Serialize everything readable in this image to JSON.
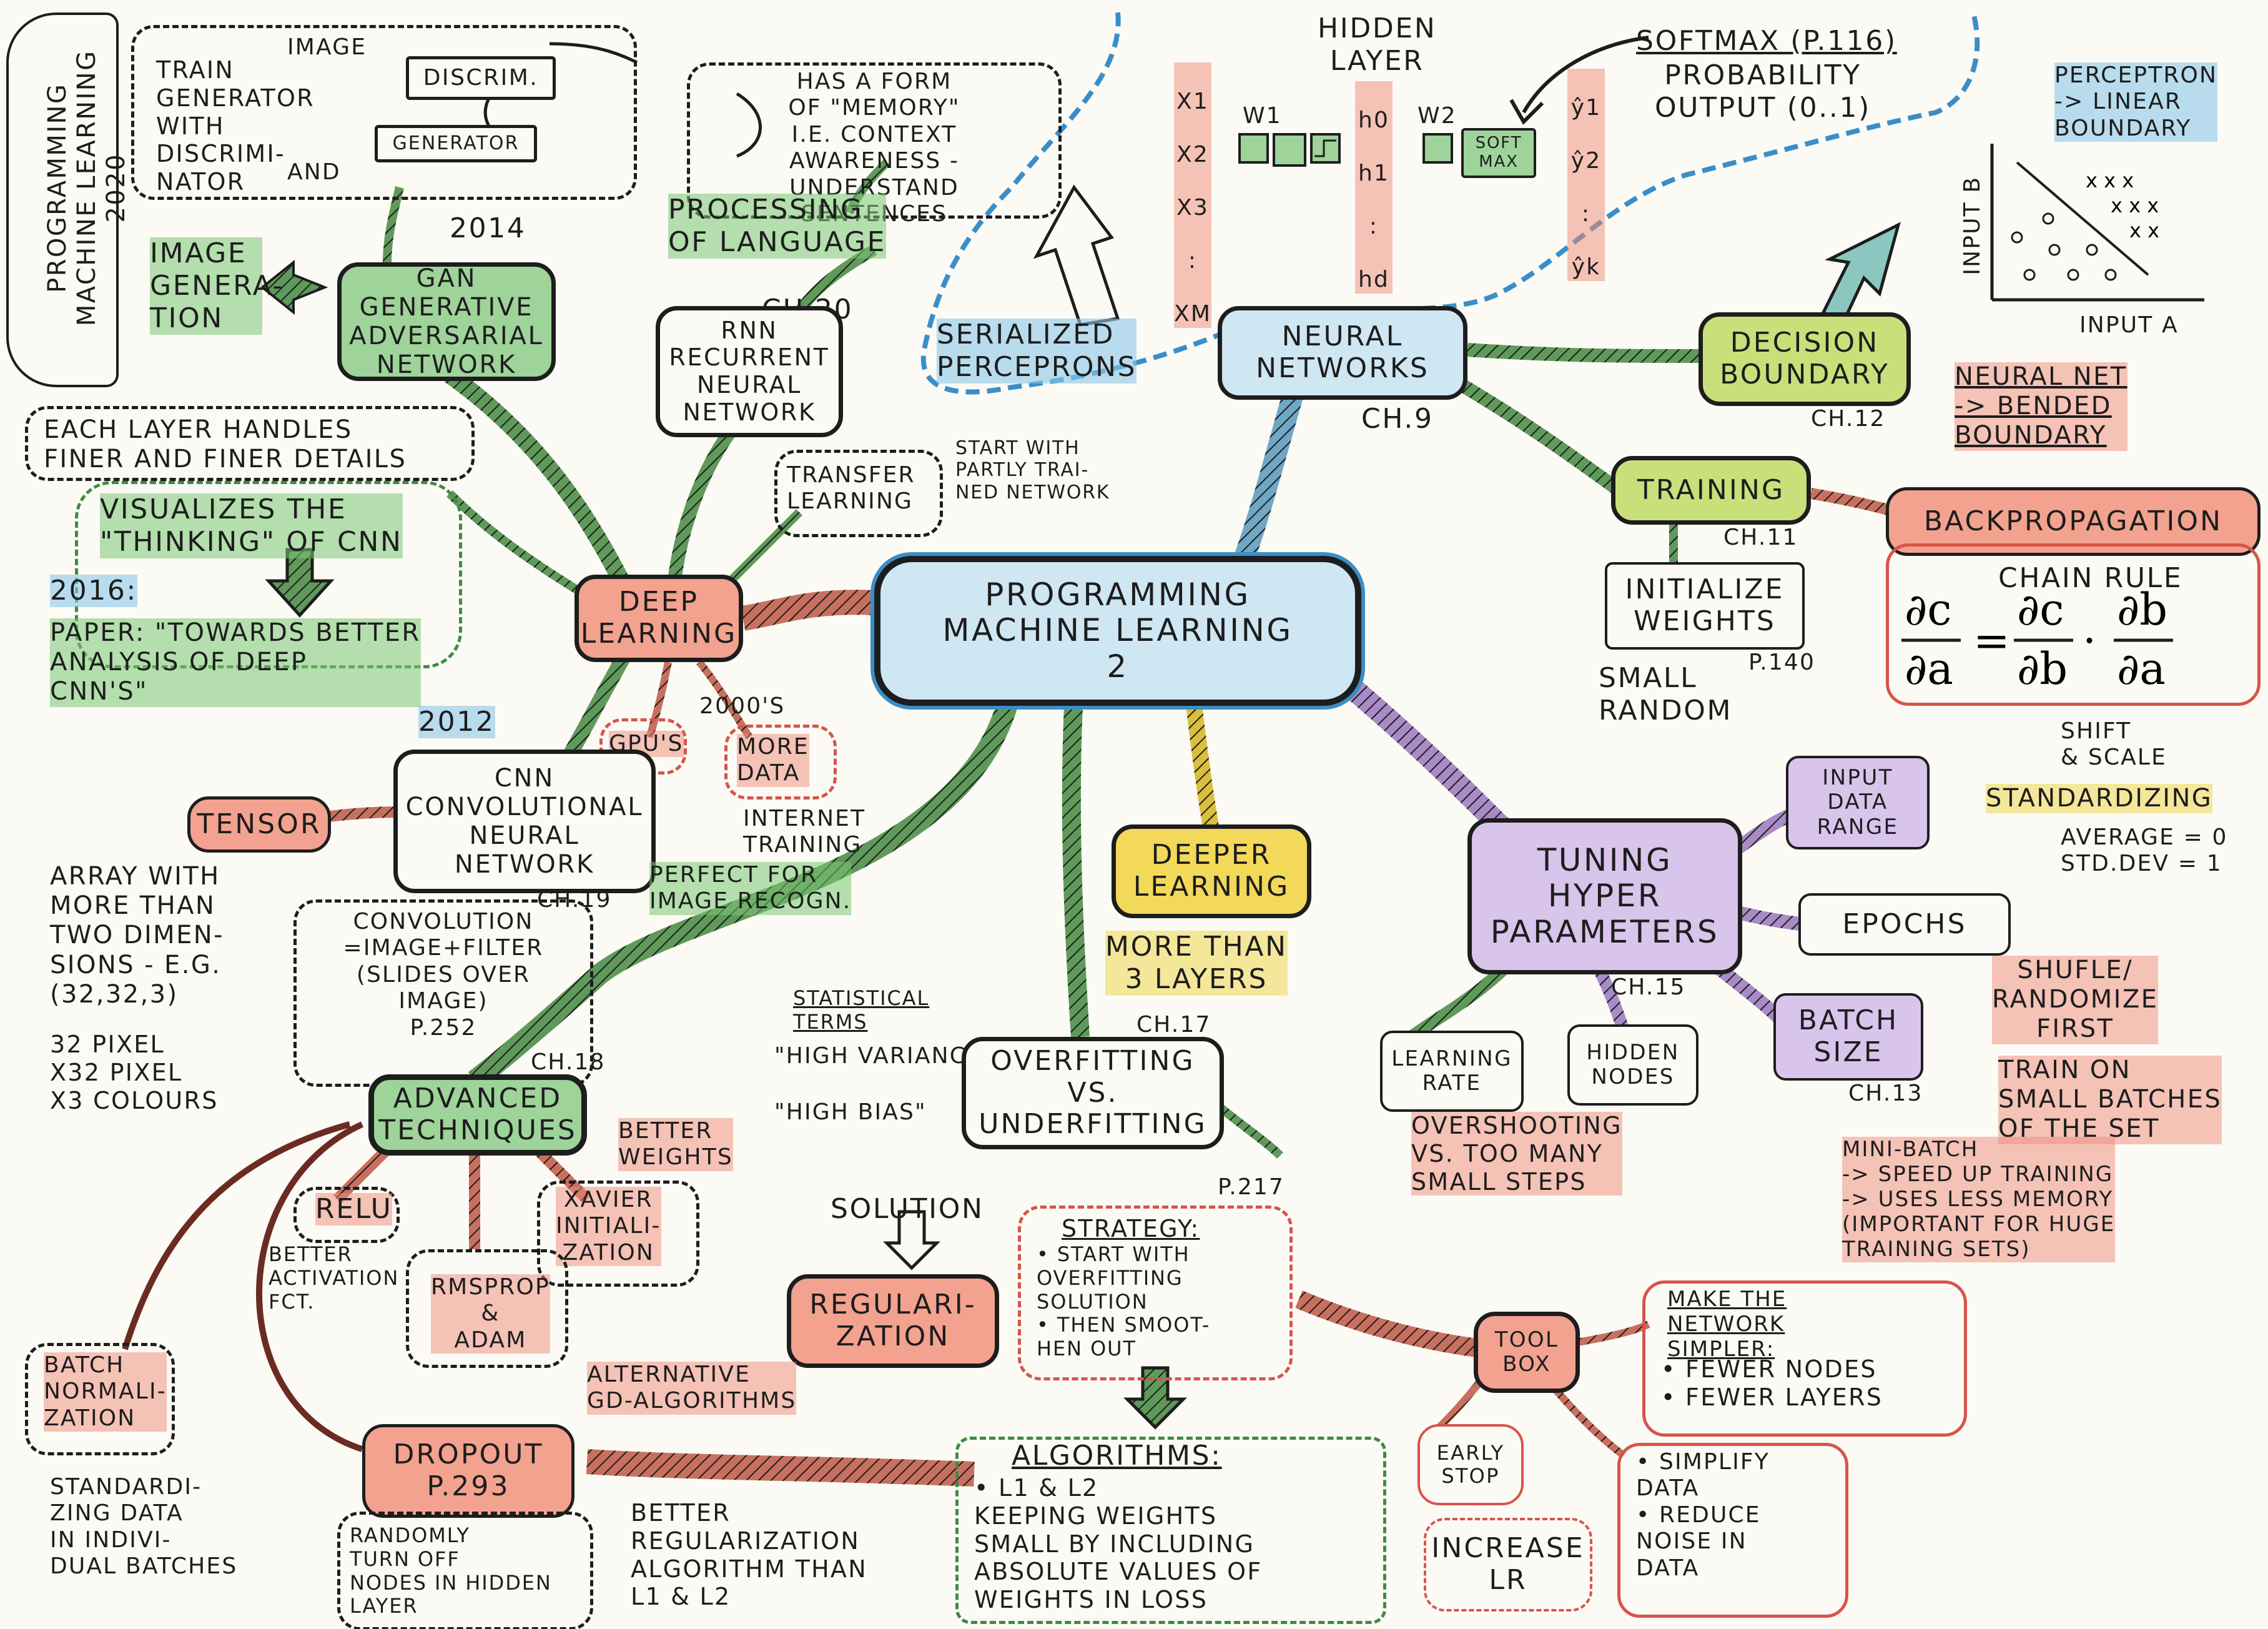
{
  "colors": {
    "green": "#7ac772",
    "red": "#ef8978",
    "blue": "#8cc8e8",
    "lime": "#c9e07a",
    "yellow": "#f3d95a",
    "lilac": "#d9c4ec",
    "ink": "#1d1d1d",
    "paper": "#fbfaf4"
  },
  "side_title": "PROGRAMMING\nMACHINE LEARNING\n2020",
  "central": {
    "label": "PROGRAMMING\nMACHINE LEARNING\n2"
  },
  "gan_note": {
    "text": "TRAIN\nGENERATOR\nWITH\nDISCRIMI-\nNATOR",
    "image_label": "IMAGE",
    "and_label": "AND",
    "discrim_label": "DISCRIM.",
    "generator_label": "GENERATOR"
  },
  "deep_learning": {
    "label": "DEEP\nLEARNING",
    "layers_note": "EACH LAYER HANDLES\nFINER AND FINER DETAILS",
    "visualizes_note": "VISUALIZES THE\n\"THINKING\" OF CNN",
    "year_2016": "2016:",
    "paper_note": "PAPER: \"TOWARDS BETTER\nANALYSIS OF DEEP\nCNN'S\"",
    "transfer_learning": "TRANSFER\nLEARNING",
    "transfer_note": "START WITH\nPARTLY TRAI-\nNED NETWORK",
    "gpus": "GPU'S",
    "more_data": "MORE\nDATA",
    "year_2000s": "2000'S",
    "internet_training": "INTERNET\nTRAINING"
  },
  "gan": {
    "year": "2014",
    "label": "GAN\nGENERATIVE\nADVERSARIAL\nNETWORK",
    "image_generation": "IMAGE\nGENERA-\nTION"
  },
  "rnn": {
    "memory_note": "HAS A FORM\nOF \"MEMORY\"\nI.E. CONTEXT\nAWARENESS - UNDERSTAND\nSENTENCES",
    "processing": "PROCESSING\nOF LANGUAGE",
    "chapter": "CH.20",
    "label": "RNN\nRECURRENT\nNEURAL\nNETWORK"
  },
  "cnn": {
    "year": "2012",
    "label": "CNN\nCONVOLUTIONAL\nNEURAL\nNETWORK",
    "chapter": "CH.19",
    "tensor": "TENSOR",
    "tensor_note": "ARRAY WITH\nMORE THAN\nTWO DIMEN-\nSIONS - E.G.\n(32,32,3)",
    "pixel_note": "32 PIXEL\nX32 PIXEL\nX3 COLOURS",
    "perfect_for": "PERFECT FOR\nIMAGE RECOGN.",
    "convolution_note": "CONVOLUTION\n=IMAGE+FILTER\n(SLIDES OVER\nIMAGE)\nP.252"
  },
  "neural_networks": {
    "label": "NEURAL\nNETWORKS",
    "chapter": "CH.9",
    "serialized": "SERIALIZED\nPERCEPRONS",
    "hidden_layer": "HIDDEN\nLAYER",
    "softmax_title": "SOFTMAX (P.116)",
    "softmax_note": "PROBABILITY\nOUTPUT (0..1)",
    "inputs": [
      "X1",
      "X2",
      "X3",
      ":",
      "XM"
    ],
    "hidden": [
      "h0",
      "h1",
      ":",
      "hd"
    ],
    "outputs": [
      "ŷ1",
      "ŷ2",
      ":",
      "ŷk"
    ],
    "w1": "W1",
    "w2": "W2",
    "softmax_box": "SOFT\nMAX",
    "decision_boundary": "DECISION\nBOUNDARY",
    "db_chapter": "CH.12",
    "perceptron_note": "PERCEPTRON\n-> LINEAR\nBOUNDARY",
    "plot_xlabel": "INPUT A",
    "plot_ylabel": "INPUT B",
    "neural_net_note": "NEURAL NET\n-> BENDED\nBOUNDARY",
    "training": "TRAINING",
    "training_chapter": "CH.11",
    "initialize_weights": "INITIALIZE\nWEIGHTS",
    "init_page": "P.140",
    "small_random": "SMALL\nRANDOM",
    "backprop_title": "BACKPROPAGATION",
    "chain_rule": "CHAIN RULE"
  },
  "tuning": {
    "label": "TUNING\nHYPER\nPARAMETERS",
    "chapter": "CH.15",
    "input_data_range": "INPUT\nDATA\nRANGE",
    "shift_scale": "SHIFT\n& SCALE",
    "standardizing": "STANDARDIZING",
    "std_note": "AVERAGE = 0\nSTD.DEV = 1",
    "epochs": "EPOCHS",
    "batch_size": "BATCH\nSIZE",
    "batch_chapter": "CH.13",
    "shuffle": "SHUFLE/\nRANDOMIZE\nFIRST",
    "train_small": "TRAIN ON\nSMALL BATCHES\nOF THE SET",
    "mini_batch": "MINI-BATCH\n-> SPEED UP TRAINING\n-> USES LESS MEMORY\n(IMPORTANT FOR HUGE\nTRAINING SETS)",
    "learning_rate": "LEARNING\nRATE",
    "hidden_nodes": "HIDDEN\nNODES",
    "overshooting": "OVERSHOOTING\nVS. TOO MANY\nSMALL STEPS"
  },
  "deeper_learning": {
    "label": "DEEPER\nLEARNING",
    "note": "MORE THAN\n3 LAYERS"
  },
  "overfitting": {
    "statistical_terms": "STATISTICAL\nTERMS",
    "high_variance": "\"HIGH VARIANCE\"",
    "high_bias": "\"HIGH BIAS\"",
    "label": "OVERFITTING\nVS.\nUNDERFITTING",
    "chapter": "CH.17",
    "solution": "SOLUTION",
    "regularization": "REGULARI-\nZATION",
    "strategy_page": "P.217",
    "strategy_title": "STRATEGY:",
    "strategy_text": "• START WITH\nOVERFITTING\nSOLUTION\n• THEN SMOOT-\nHEN OUT",
    "toolbox": "TOOL\nBOX",
    "make_simpler_title": "MAKE THE\nNETWORK\nSIMPLER:",
    "make_simpler_items": "• FEWER NODES\n• FEWER LAYERS",
    "early_stop": "EARLY\nSTOP",
    "increase_lr": "INCREASE\nLR",
    "simplify_data": "• SIMPLIFY\nDATA\n• REDUCE\nNOISE IN\nDATA",
    "algorithms_title": "ALGORITHMS:",
    "algorithms_text": "• L1 & L2\nKEEPING WEIGHTS\nSMALL BY INCLUDING\nABSOLUTE VALUES OF\nWEIGHTS IN LOSS"
  },
  "advanced": {
    "label": "ADVANCED\nTECHNIQUES",
    "chapter": "CH.18",
    "relu": "RELU",
    "relu_note": "BETTER\nACTIVATION\nFCT.",
    "xavier": "XAVIER\nINITIALI-\nZATION",
    "better_weights": "BETTER\nWEIGHTS",
    "rmsprop": "RMSPROP\n&\nADAM",
    "alternative_gd": "ALTERNATIVE\nGD-ALGORITHMS",
    "batch_norm": "BATCH\nNORMALI-\nZATION",
    "standardizing_data": "STANDARDI-\nZING DATA\nIN INDIVI-\nDUAL BATCHES",
    "dropout": "DROPOUT\nP.293",
    "dropout_note": "RANDOMLY\nTURN OFF\nNODES IN HIDDEN\nLAYER",
    "better_reg": "BETTER\nREGULARIZATION\nALGORITHM THAN\nL1 & L2"
  }
}
